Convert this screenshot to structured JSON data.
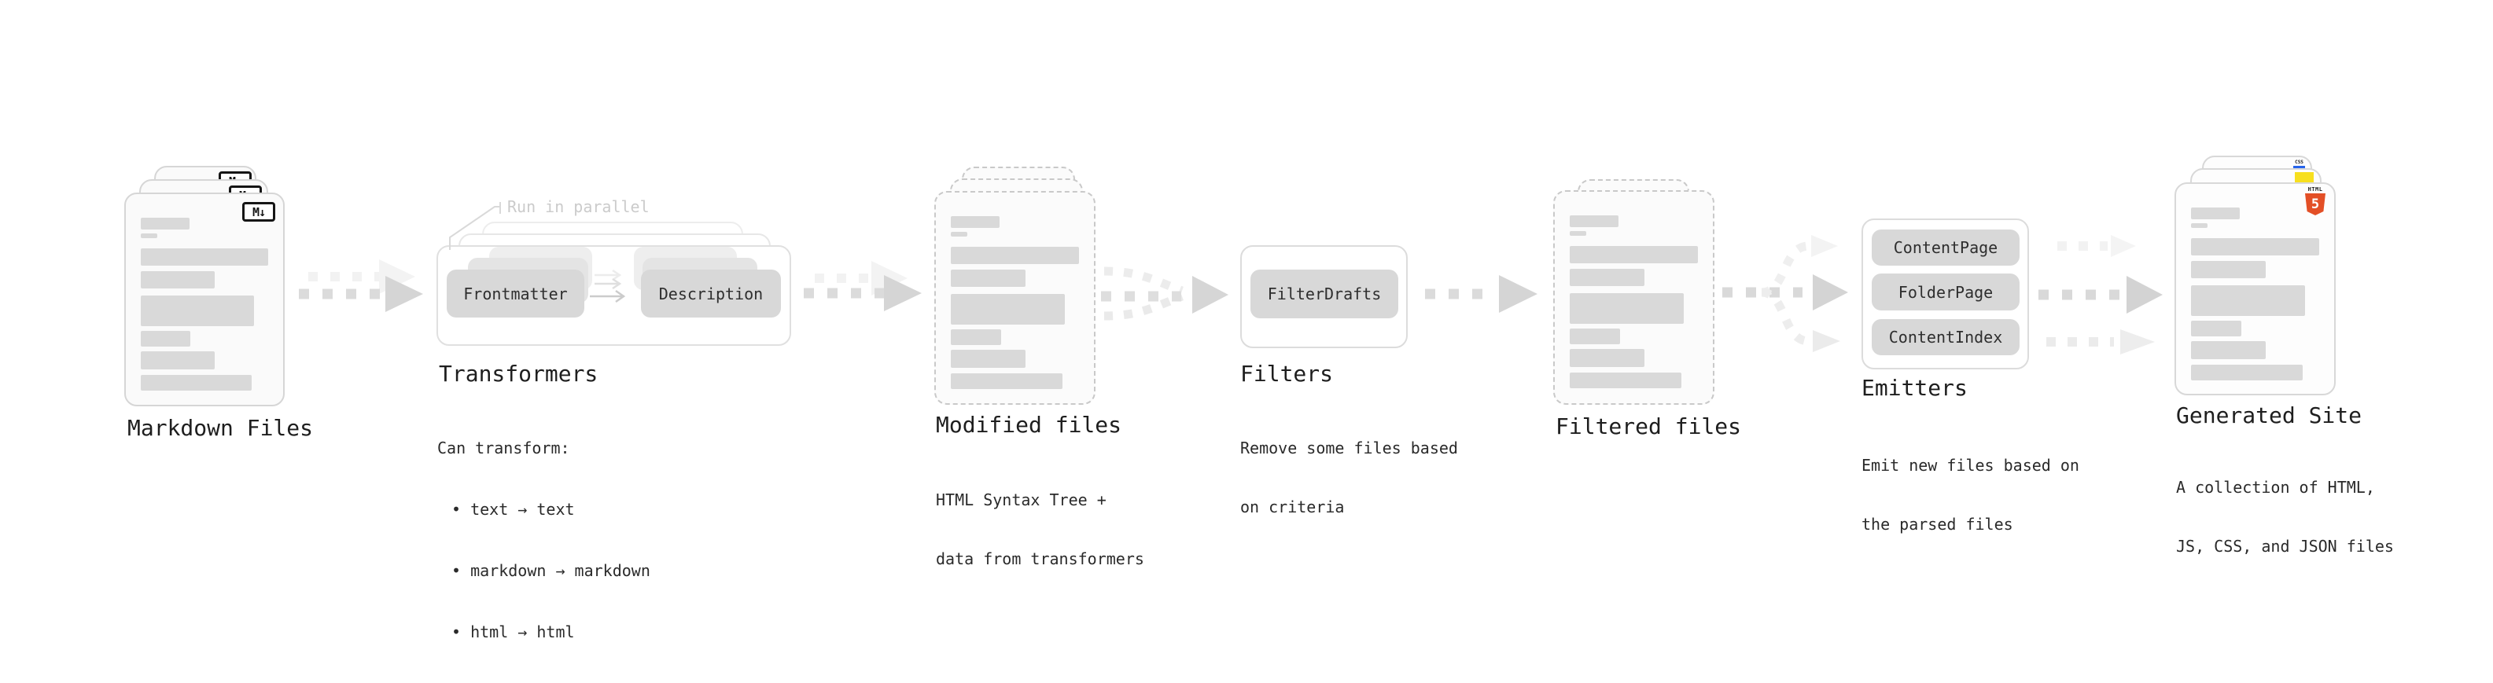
{
  "stages": {
    "markdown": {
      "label": "Markdown Files"
    },
    "transformers": {
      "label": "Transformers",
      "annotation": "Run in parallel",
      "pills": [
        "Frontmatter",
        "Description"
      ],
      "description": "Can transform:",
      "bullets": [
        "• text → text",
        "• markdown → markdown",
        "• html → html"
      ]
    },
    "modified": {
      "label": "Modified files",
      "description_lines": [
        "HTML Syntax Tree +",
        "data from transformers"
      ]
    },
    "filters": {
      "label": "Filters",
      "pills": [
        "FilterDrafts"
      ],
      "description_lines": [
        "Remove some files based",
        "on criteria"
      ]
    },
    "filtered": {
      "label": "Filtered files"
    },
    "emitters": {
      "label": "Emitters",
      "pills": [
        "ContentPage",
        "FolderPage",
        "ContentIndex"
      ],
      "description_lines": [
        "Emit new files based on",
        "the parsed files"
      ]
    },
    "generated": {
      "label": "Generated Site",
      "description_lines": [
        "A collection of HTML,",
        "JS, CSS, and JSON files"
      ]
    }
  },
  "icons": {
    "markdown": {
      "glyph": "M↓"
    },
    "html5": {
      "label": "HTML",
      "numeral": "5",
      "color": "#e34f26"
    },
    "js": {
      "color": "#f7df1e"
    },
    "css": {
      "label": "CSS",
      "color": "#2563eb"
    }
  }
}
